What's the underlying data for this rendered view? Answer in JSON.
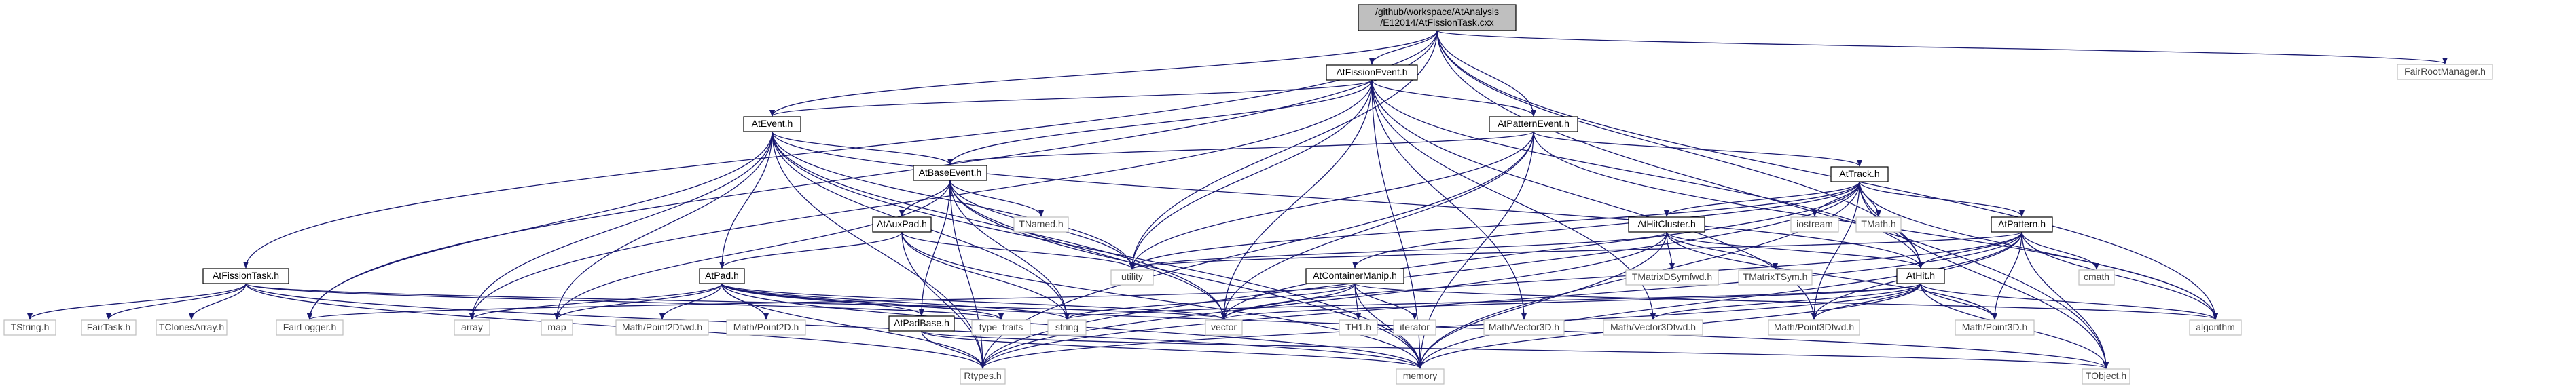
{
  "colors": {
    "edge": "#191970",
    "node_border": "#000000",
    "node_text": "#000000",
    "external_border": "#bfbfbf",
    "external_text": "#404040",
    "root_fill": "#bfbfbf",
    "node_fill": "#ffffff"
  },
  "nodes": [
    {
      "id": "root",
      "lines": [
        "/github/workspace/AtAnalysis",
        "/E12014/AtFissionTask.cxx"
      ],
      "kind": "root"
    },
    {
      "id": "fairrootmanager",
      "lines": [
        "FairRootManager.h"
      ],
      "kind": "external"
    },
    {
      "id": "atfissionevent",
      "lines": [
        "AtFissionEvent.h"
      ],
      "kind": "local"
    },
    {
      "id": "atevent",
      "lines": [
        "AtEvent.h"
      ],
      "kind": "local"
    },
    {
      "id": "atpatternevent",
      "lines": [
        "AtPatternEvent.h"
      ],
      "kind": "local"
    },
    {
      "id": "atbaseevent",
      "lines": [
        "AtBaseEvent.h"
      ],
      "kind": "local"
    },
    {
      "id": "attrack",
      "lines": [
        "AtTrack.h"
      ],
      "kind": "local"
    },
    {
      "id": "atauxpad",
      "lines": [
        "AtAuxPad.h"
      ],
      "kind": "local"
    },
    {
      "id": "tnamed",
      "lines": [
        "TNamed.h"
      ],
      "kind": "external"
    },
    {
      "id": "athitcluster",
      "lines": [
        "AtHitCluster.h"
      ],
      "kind": "local"
    },
    {
      "id": "iostream",
      "lines": [
        "iostream"
      ],
      "kind": "external"
    },
    {
      "id": "tmath",
      "lines": [
        "TMath.h"
      ],
      "kind": "external"
    },
    {
      "id": "atpattern",
      "lines": [
        "AtPattern.h"
      ],
      "kind": "local"
    },
    {
      "id": "atfissiontask",
      "lines": [
        "AtFissionTask.h"
      ],
      "kind": "local"
    },
    {
      "id": "utility",
      "lines": [
        "utility"
      ],
      "kind": "external"
    },
    {
      "id": "tmatrixdsymfwd",
      "lines": [
        "TMatrixDSymfwd.h"
      ],
      "kind": "external"
    },
    {
      "id": "tmatrixtsym",
      "lines": [
        "TMatrixTSym.h"
      ],
      "kind": "external"
    },
    {
      "id": "atpad",
      "lines": [
        "AtPad.h"
      ],
      "kind": "local"
    },
    {
      "id": "atcontainermanip",
      "lines": [
        "AtContainerManip.h"
      ],
      "kind": "local"
    },
    {
      "id": "athit",
      "lines": [
        "AtHit.h"
      ],
      "kind": "local"
    },
    {
      "id": "cmath",
      "lines": [
        "cmath"
      ],
      "kind": "external"
    },
    {
      "id": "tstring",
      "lines": [
        "TString.h"
      ],
      "kind": "external"
    },
    {
      "id": "fairtask",
      "lines": [
        "FairTask.h"
      ],
      "kind": "external"
    },
    {
      "id": "tclonesarray",
      "lines": [
        "TClonesArray.h"
      ],
      "kind": "external"
    },
    {
      "id": "fairlogger",
      "lines": [
        "FairLogger.h"
      ],
      "kind": "external"
    },
    {
      "id": "array",
      "lines": [
        "array"
      ],
      "kind": "external"
    },
    {
      "id": "map",
      "lines": [
        "map"
      ],
      "kind": "external"
    },
    {
      "id": "point2dfwd",
      "lines": [
        "Math/Point2Dfwd.h"
      ],
      "kind": "external"
    },
    {
      "id": "point2d",
      "lines": [
        "Math/Point2D.h"
      ],
      "kind": "external"
    },
    {
      "id": "atpadbase",
      "lines": [
        "AtPadBase.h"
      ],
      "kind": "local"
    },
    {
      "id": "typetraits",
      "lines": [
        "type_traits"
      ],
      "kind": "external"
    },
    {
      "id": "string",
      "lines": [
        "string"
      ],
      "kind": "external"
    },
    {
      "id": "vector",
      "lines": [
        "vector"
      ],
      "kind": "external"
    },
    {
      "id": "th1",
      "lines": [
        "TH1.h"
      ],
      "kind": "external"
    },
    {
      "id": "iterator",
      "lines": [
        "iterator"
      ],
      "kind": "external"
    },
    {
      "id": "vector3d",
      "lines": [
        "Math/Vector3D.h"
      ],
      "kind": "external"
    },
    {
      "id": "vector3dfwd",
      "lines": [
        "Math/Vector3Dfwd.h"
      ],
      "kind": "external"
    },
    {
      "id": "point3dfwd",
      "lines": [
        "Math/Point3Dfwd.h"
      ],
      "kind": "external"
    },
    {
      "id": "point3d",
      "lines": [
        "Math/Point3D.h"
      ],
      "kind": "external"
    },
    {
      "id": "algorithm",
      "lines": [
        "algorithm"
      ],
      "kind": "external"
    },
    {
      "id": "rtypes",
      "lines": [
        "Rtypes.h"
      ],
      "kind": "external"
    },
    {
      "id": "memory",
      "lines": [
        "memory"
      ],
      "kind": "external"
    },
    {
      "id": "tobject",
      "lines": [
        "TObject.h"
      ],
      "kind": "external"
    }
  ],
  "edges": [
    [
      "root",
      "atfissiontask"
    ],
    [
      "root",
      "atevent"
    ],
    [
      "root",
      "atfissionevent"
    ],
    [
      "root",
      "atpatternevent"
    ],
    [
      "root",
      "athit"
    ],
    [
      "root",
      "fairlogger"
    ],
    [
      "root",
      "fairrootmanager"
    ],
    [
      "root",
      "tobject"
    ],
    [
      "root",
      "utility"
    ],
    [
      "root",
      "algorithm"
    ],
    [
      "atfissiontask",
      "tstring"
    ],
    [
      "atfissiontask",
      "fairtask"
    ],
    [
      "atfissiontask",
      "tclonesarray"
    ],
    [
      "atfissiontask",
      "rtypes"
    ],
    [
      "atfissiontask",
      "memory"
    ],
    [
      "atfissiontask",
      "vector"
    ],
    [
      "atfissiontask",
      "typetraits"
    ],
    [
      "atfissionevent",
      "atevent"
    ],
    [
      "atfissionevent",
      "atpatternevent"
    ],
    [
      "atfissionevent",
      "atbaseevent"
    ],
    [
      "atfissionevent",
      "utility"
    ],
    [
      "atfissionevent",
      "vector"
    ],
    [
      "atfissionevent",
      "vector3d"
    ],
    [
      "atfissionevent",
      "vector3dfwd"
    ],
    [
      "atfissionevent",
      "point3dfwd"
    ],
    [
      "atfissionevent",
      "memory"
    ],
    [
      "atfissionevent",
      "array"
    ],
    [
      "atfissionevent",
      "athit"
    ],
    [
      "atevent",
      "atbaseevent"
    ],
    [
      "atevent",
      "atpad"
    ],
    [
      "atevent",
      "athit"
    ],
    [
      "atevent",
      "fairlogger"
    ],
    [
      "atevent",
      "array"
    ],
    [
      "atevent",
      "map"
    ],
    [
      "atevent",
      "utility"
    ],
    [
      "atevent",
      "vector"
    ],
    [
      "atevent",
      "memory"
    ],
    [
      "atevent",
      "rtypes"
    ],
    [
      "atevent",
      "string"
    ],
    [
      "atpatternevent",
      "atbaseevent"
    ],
    [
      "atpatternevent",
      "attrack"
    ],
    [
      "atpatternevent",
      "utility"
    ],
    [
      "atpatternevent",
      "vector"
    ],
    [
      "atpatternevent",
      "memory"
    ],
    [
      "atpatternevent",
      "rtypes"
    ],
    [
      "atpatternevent",
      "algorithm"
    ],
    [
      "atbaseevent",
      "atauxpad"
    ],
    [
      "atbaseevent",
      "tnamed"
    ],
    [
      "atbaseevent",
      "utility"
    ],
    [
      "atbaseevent",
      "map"
    ],
    [
      "atbaseevent",
      "string"
    ],
    [
      "atbaseevent",
      "vector"
    ],
    [
      "atbaseevent",
      "memory"
    ],
    [
      "atbaseevent",
      "rtypes"
    ],
    [
      "atbaseevent",
      "atpadbase"
    ],
    [
      "attrack",
      "athitcluster"
    ],
    [
      "attrack",
      "atpattern"
    ],
    [
      "attrack",
      "athit"
    ],
    [
      "attrack",
      "atcontainermanip"
    ],
    [
      "attrack",
      "iostream"
    ],
    [
      "attrack",
      "tmath"
    ],
    [
      "attrack",
      "utility"
    ],
    [
      "attrack",
      "vector"
    ],
    [
      "attrack",
      "algorithm"
    ],
    [
      "attrack",
      "memory"
    ],
    [
      "attrack",
      "rtypes"
    ],
    [
      "attrack",
      "point3dfwd"
    ],
    [
      "attrack",
      "tobject"
    ],
    [
      "atauxpad",
      "atpad"
    ],
    [
      "atauxpad",
      "string"
    ],
    [
      "atauxpad",
      "memory"
    ],
    [
      "atauxpad",
      "rtypes"
    ],
    [
      "atauxpad",
      "utility"
    ],
    [
      "athitcluster",
      "athit"
    ],
    [
      "athitcluster",
      "tmatrixdsymfwd"
    ],
    [
      "athitcluster",
      "tmatrixtsym"
    ],
    [
      "athitcluster",
      "utility"
    ],
    [
      "athitcluster",
      "memory"
    ],
    [
      "athitcluster",
      "rtypes"
    ],
    [
      "athitcluster",
      "point3d"
    ],
    [
      "atpattern",
      "athit"
    ],
    [
      "atpattern",
      "cmath"
    ],
    [
      "atpattern",
      "vector"
    ],
    [
      "atpattern",
      "algorithm"
    ],
    [
      "atpattern",
      "point3d"
    ],
    [
      "atpattern",
      "point3dfwd"
    ],
    [
      "atpattern",
      "memory"
    ],
    [
      "atpattern",
      "rtypes"
    ],
    [
      "atpattern",
      "tobject"
    ],
    [
      "atpattern",
      "utility"
    ],
    [
      "atpad",
      "array"
    ],
    [
      "atpad",
      "map"
    ],
    [
      "atpad",
      "point2dfwd"
    ],
    [
      "atpad",
      "point2d"
    ],
    [
      "atpad",
      "atpadbase"
    ],
    [
      "atpad",
      "typetraits"
    ],
    [
      "atpad",
      "string"
    ],
    [
      "atpad",
      "vector"
    ],
    [
      "atpad",
      "memory"
    ],
    [
      "atpad",
      "rtypes"
    ],
    [
      "atpad",
      "tobject"
    ],
    [
      "atcontainermanip",
      "fairlogger"
    ],
    [
      "atcontainermanip",
      "th1"
    ],
    [
      "atcontainermanip",
      "iterator"
    ],
    [
      "atcontainermanip",
      "memory"
    ],
    [
      "atcontainermanip",
      "vector"
    ],
    [
      "atcontainermanip",
      "string"
    ],
    [
      "atcontainermanip",
      "algorithm"
    ],
    [
      "athit",
      "vector3dfwd"
    ],
    [
      "athit",
      "point3dfwd"
    ],
    [
      "athit",
      "point3d"
    ],
    [
      "athit",
      "algorithm"
    ],
    [
      "athit",
      "memory"
    ],
    [
      "athit",
      "rtypes"
    ],
    [
      "athit",
      "tobject"
    ],
    [
      "athit",
      "vector"
    ],
    [
      "athit",
      "string"
    ],
    [
      "atpadbase",
      "memory"
    ],
    [
      "atpadbase",
      "rtypes"
    ],
    [
      "atpadbase",
      "tobject"
    ]
  ]
}
